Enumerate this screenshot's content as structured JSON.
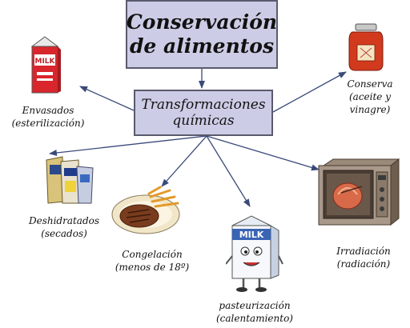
{
  "title": {
    "line1": "Conservación",
    "line2": "de alimentos"
  },
  "center": {
    "line1": "Transformaciones",
    "line2": "químicas"
  },
  "methods": {
    "envasados": {
      "line1": "Envasados",
      "line2": "(esterilización)",
      "icon": "milk-carton-icon"
    },
    "conserva": {
      "line1": "Conserva",
      "line2": "(aceite y",
      "line3": "vinagre)",
      "icon": "jam-jar-icon"
    },
    "deshidratados": {
      "line1": "Deshidratados",
      "line2": "(secados)",
      "icon": "dried-food-bags-icon"
    },
    "congelacion": {
      "line1": "Congelación",
      "line2": "(menos de 18º)",
      "icon": "steak-plate-icon"
    },
    "pasteurizacion": {
      "line1": "pasteurización",
      "line2": "(calentamiento)",
      "icon": "milk-carton-character-icon"
    },
    "irradiacion": {
      "line1": "Irradiación",
      "line2": "(radiación)",
      "icon": "microwave-oven-icon"
    }
  },
  "carton_text": "MILK",
  "colors": {
    "box_fill": "#cccce6",
    "box_border": "#5a5a6e",
    "arrow": "#3a4a7a"
  }
}
